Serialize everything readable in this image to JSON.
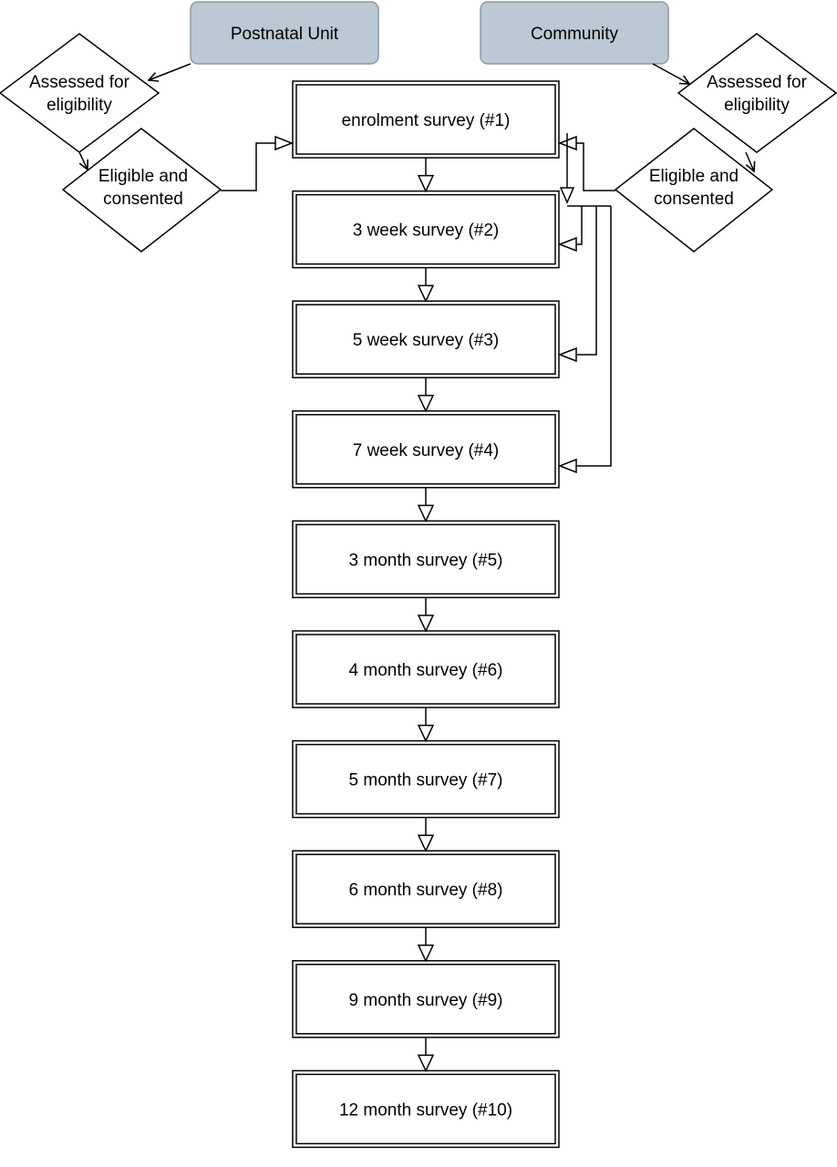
{
  "sources": {
    "postnatal": "Postnatal Unit",
    "community": "Community"
  },
  "decisions": {
    "left_assessed": [
      "Assessed for",
      "eligibility"
    ],
    "left_eligible": [
      "Eligible and",
      "consented"
    ],
    "right_assessed": [
      "Assessed for",
      "eligibility"
    ],
    "right_eligible": [
      "Eligible and",
      "consented"
    ]
  },
  "surveys": [
    "enrolment survey (#1)",
    "3 week survey (#2)",
    "5 week survey (#3)",
    "7 week survey (#4)",
    "3 month survey (#5)",
    "4 month survey (#6)",
    "5 month survey (#7)",
    "6 month survey (#8)",
    "9 month survey (#9)",
    "12 month survey (#10)"
  ],
  "colors": {
    "source_fill": "#bcc8d3",
    "source_stroke": "#8a98a6",
    "line": "#000000"
  }
}
